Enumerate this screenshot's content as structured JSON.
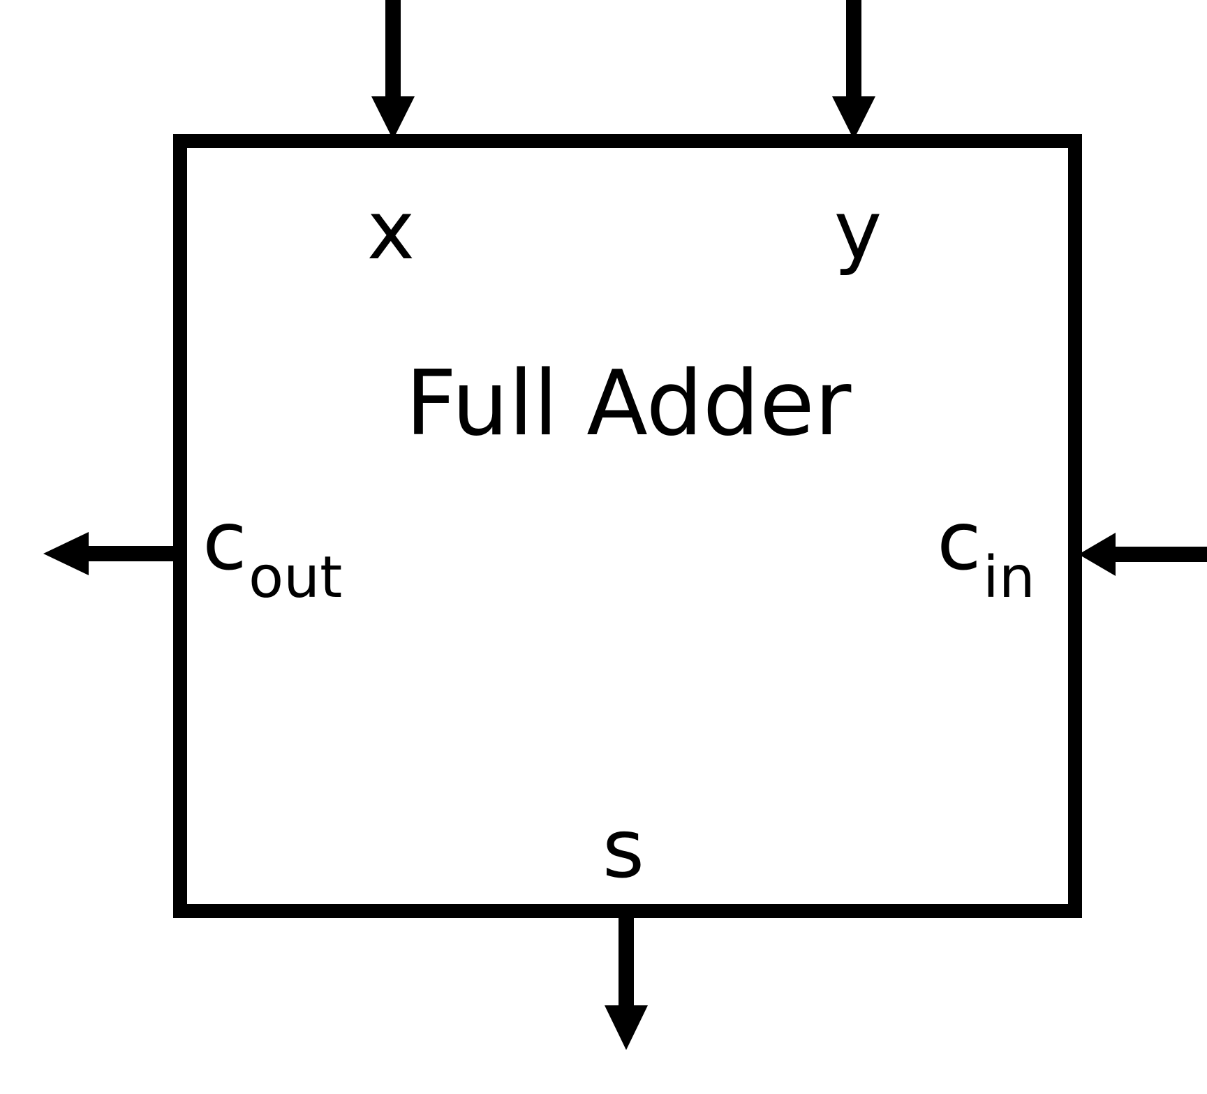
{
  "diagram": {
    "title": "Full Adder",
    "inputs": {
      "x": "x",
      "y": "y",
      "cin_main": "c",
      "cin_sub": "in"
    },
    "outputs": {
      "s": "s",
      "cout_main": "c",
      "cout_sub": "out"
    },
    "colors": {
      "stroke": "#000000",
      "background": "#ffffff"
    }
  }
}
